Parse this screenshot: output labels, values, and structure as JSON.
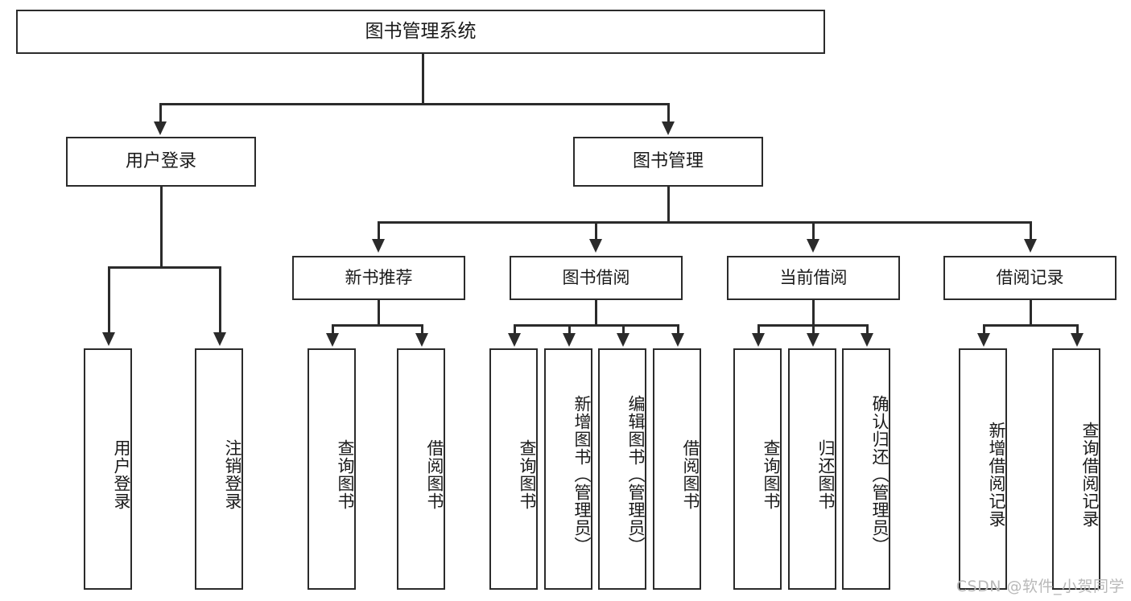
{
  "diagram": {
    "title": "图书管理系统",
    "type": "hierarchy-tree",
    "levels": 4,
    "nodes": {
      "root": {
        "label": "图书管理系统"
      },
      "level1": [
        {
          "id": "user-login",
          "label": "用户登录"
        },
        {
          "id": "book-management",
          "label": "图书管理"
        }
      ],
      "level2": [
        {
          "id": "new-book-recommend",
          "label": "新书推荐"
        },
        {
          "id": "book-borrow",
          "label": "图书借阅"
        },
        {
          "id": "current-borrow",
          "label": "当前借阅"
        },
        {
          "id": "borrow-record",
          "label": "借阅记录"
        }
      ],
      "leaves": {
        "user-login": [
          {
            "id": "leaf-user-login",
            "label": "用户登录"
          },
          {
            "id": "leaf-logout-login",
            "label": "注销登录"
          }
        ],
        "new-book-recommend": [
          {
            "id": "leaf-query-book-1",
            "label": "查询图书"
          },
          {
            "id": "leaf-borrow-book-1",
            "label": "借阅图书"
          }
        ],
        "book-borrow": [
          {
            "id": "leaf-query-book-2",
            "label": "查询图书"
          },
          {
            "id": "leaf-add-book",
            "label": "新增图书（管理员）"
          },
          {
            "id": "leaf-edit-book",
            "label": "编辑图书（管理员）"
          },
          {
            "id": "leaf-borrow-book-2",
            "label": "借阅图书"
          }
        ],
        "current-borrow": [
          {
            "id": "leaf-query-book-3",
            "label": "查询图书"
          },
          {
            "id": "leaf-return-book",
            "label": "归还图书"
          },
          {
            "id": "leaf-confirm-return",
            "label": "确认归还（管理员）"
          }
        ],
        "borrow-record": [
          {
            "id": "leaf-add-record",
            "label": "新增借阅记录"
          },
          {
            "id": "leaf-query-record",
            "label": "查询借阅记录"
          }
        ]
      }
    },
    "colors": {
      "stroke": "#2b2b2b",
      "fill": "#ffffff",
      "text": "#1a1a1a",
      "watermark": "#b9b9b9"
    }
  },
  "watermark": {
    "text": "CSDN @软件_小贺同学"
  }
}
